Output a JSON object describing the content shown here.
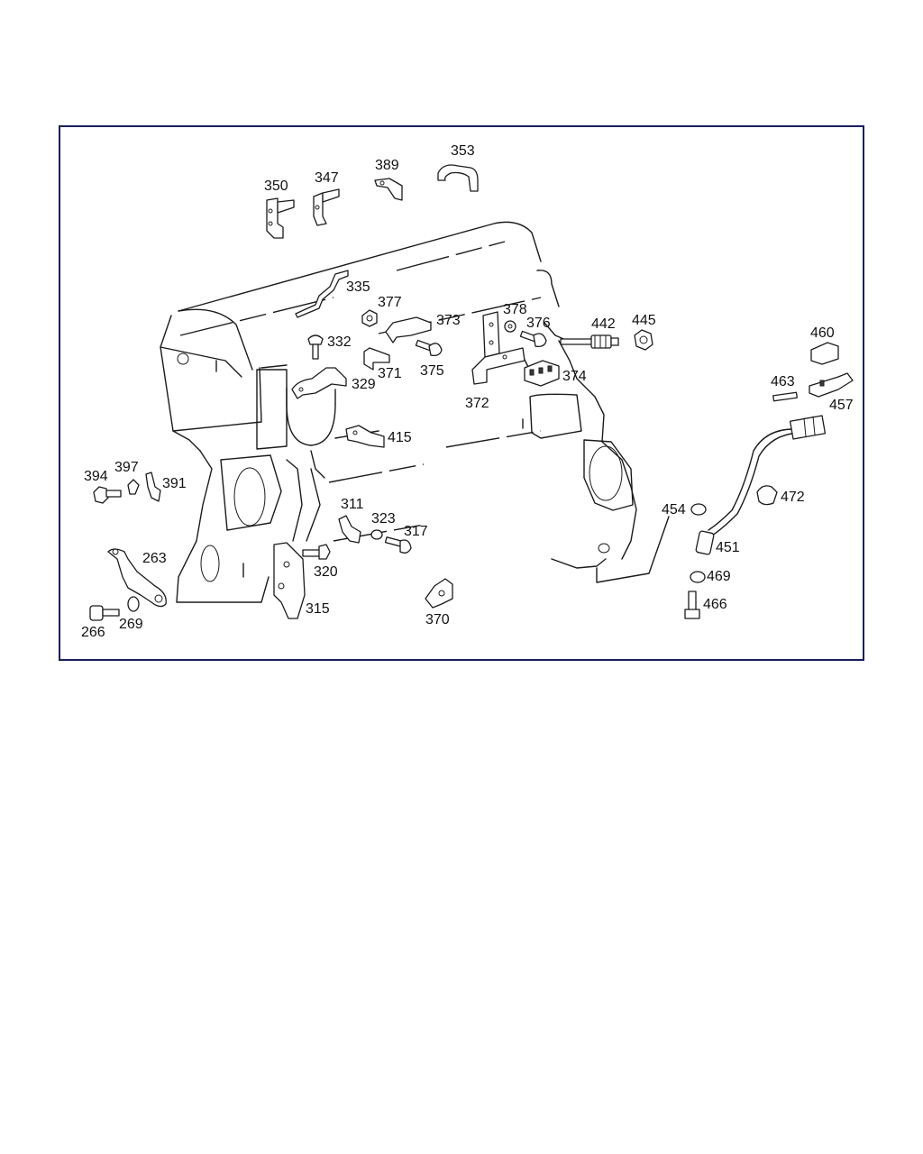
{
  "diagram": {
    "border_color": "#1a1f5c",
    "callouts": [
      "350",
      "347",
      "389",
      "353",
      "335",
      "377",
      "373",
      "378",
      "376",
      "442",
      "445",
      "460",
      "332",
      "371",
      "375",
      "372",
      "374",
      "463",
      "457",
      "329",
      "415",
      "394",
      "397",
      "391",
      "311",
      "323",
      "317",
      "454",
      "472",
      "263",
      "320",
      "451",
      "469",
      "315",
      "370",
      "466",
      "266",
      "269"
    ]
  }
}
